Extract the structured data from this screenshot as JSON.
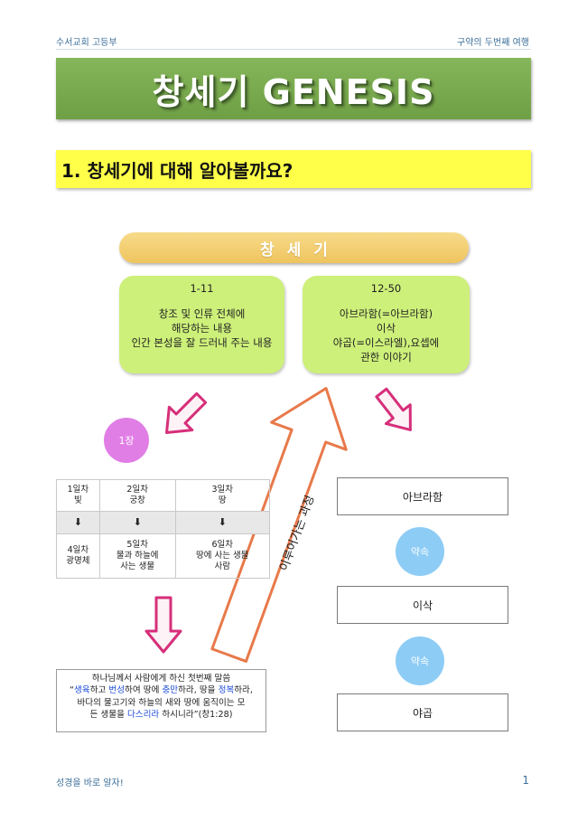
{
  "header": {
    "left": "수서교회 고등부",
    "right": "구약의 두번째 여행"
  },
  "footer": {
    "left": "성경을 바로 알자!",
    "page_number": "1"
  },
  "title": "창세기 GENESIS",
  "section_heading": "1. 창세기에 대해 알아볼까요?",
  "book_pill": "창세기",
  "left_box": {
    "range": "1-11",
    "lines": [
      "창조 및 인류 전체에",
      "해당하는 내용",
      "인간 본성을 잘 드러내 주는 내용"
    ]
  },
  "right_box": {
    "range": "12-50",
    "lines": [
      "아브라함(=아브라함)",
      "이삭",
      "야곱(=이스라엘),요셉에",
      "관한 이야기"
    ]
  },
  "chapter_badge": "1장",
  "days_top": [
    {
      "day": "1일차",
      "item": "빛"
    },
    {
      "day": "2일차",
      "item": "궁창"
    },
    {
      "day": "3일차",
      "item": "땅"
    }
  ],
  "down_arrow_glyph": "⬇",
  "days_bottom": [
    {
      "day": "4일차",
      "lines": [
        "광명체"
      ]
    },
    {
      "day": "5일차",
      "lines": [
        "물과 하늘에",
        "사는 생물"
      ]
    },
    {
      "day": "6일차",
      "lines": [
        "땅에 사는 생물",
        "사람"
      ]
    }
  ],
  "big_arrow_label": "이루어가는 과정",
  "verse": {
    "intro": "하나님께서 사람에게 하신 첫번째 말씀",
    "q_open": "“",
    "w1": "생육",
    "t1": "하고 ",
    "w2": "번성",
    "t2": "하여 땅에 ",
    "w3": "충만",
    "t3": "하라, 땅을 ",
    "w4": "정복",
    "t4": "하라,",
    "line3": "바다의 물고기와 하늘의 새와 땅에 움직이는 모",
    "t5": "든 생물을 ",
    "w5": "다스리라",
    "t6": " 하시니라”(창1:28)"
  },
  "patriarchs": [
    "아브라함",
    "이삭",
    "야곱"
  ],
  "promise": "약속",
  "colors": {
    "title_green": "#7cab4f",
    "heading_yellow": "#ffff4a",
    "pill_gold": "#efc45e",
    "box_green": "#cdf07a",
    "pink_arrow": "#d62f7a",
    "orange_arrow": "#e8794a",
    "promise_blue": "#8dccf5",
    "badge_pink": "#e17ee6",
    "highlight_blue": "#1b49d8"
  }
}
